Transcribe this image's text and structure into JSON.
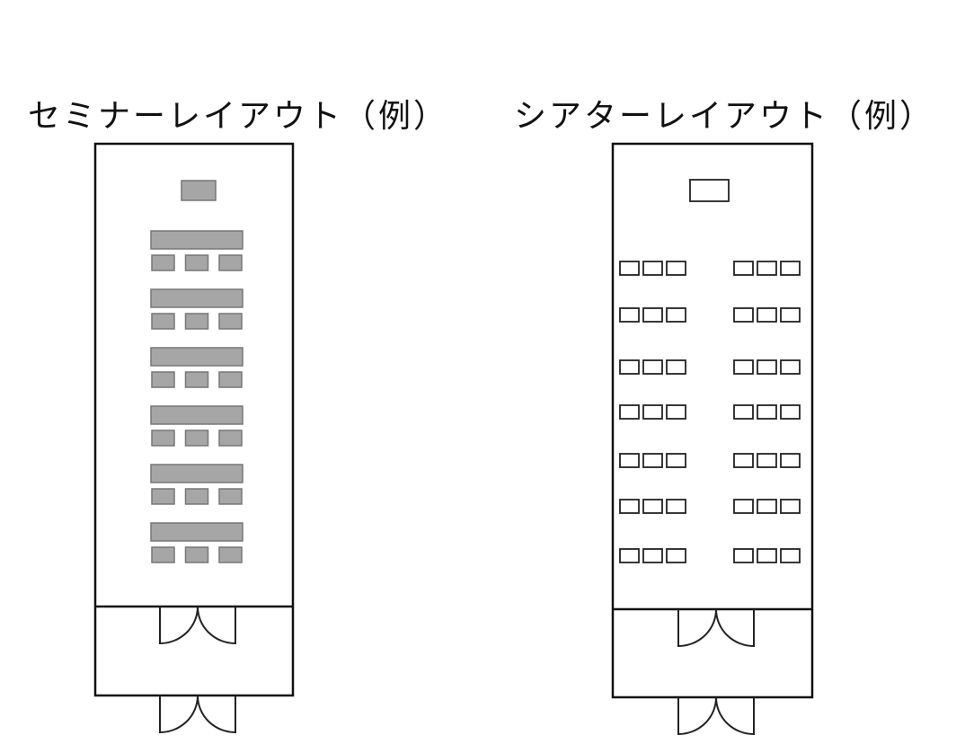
{
  "seminar": {
    "title": "セミナーレイアウト（例）",
    "desk_rows": 6,
    "chairs_per_desk": 3,
    "fill_color": "#a6a6a6",
    "stroke_color": "#777777"
  },
  "theater": {
    "title": "シアターレイアウト（例）",
    "seat_rows": 7,
    "seat_blocks": 2,
    "seats_per_block": 3
  }
}
